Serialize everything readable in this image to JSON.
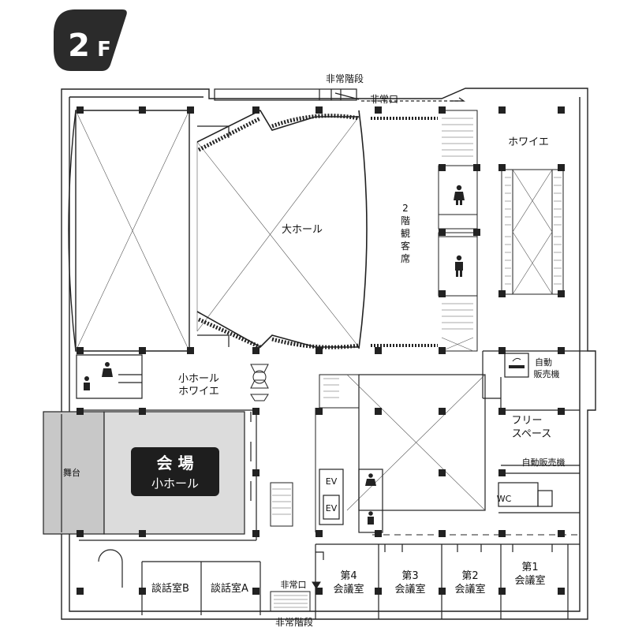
{
  "floor_badge": {
    "number": "2",
    "letter": "F"
  },
  "labels": {
    "emergency_stairs_top": "非常階段",
    "emergency_exit_top": "非常口",
    "emergency_stairs_bottom": "非常階段",
    "emergency_exit_bottom": "非常口",
    "foyer": "ホワイエ",
    "grand_hall": "大ホール",
    "balcony_seats": [
      "2",
      "階",
      "観",
      "客",
      "席"
    ],
    "small_hall_foyer_1": "小ホール",
    "small_hall_foyer_2": "ホワイエ",
    "vending_1": "自動",
    "vending_2": "販売機",
    "free_space_1": "フリー",
    "free_space_2": "スペース",
    "vending_machine": "自動販売機",
    "wc": "WC",
    "ev_1": "EV",
    "ev_2": "EV",
    "stage": "舞台",
    "venue": "会 場",
    "small_hall": "小ホール",
    "lounge_b": "談話室B",
    "lounge_a": "談話室A",
    "conf4_1": "第4",
    "conf4_2": "会議室",
    "conf3_1": "第3",
    "conf3_2": "会議室",
    "conf2_1": "第2",
    "conf2_2": "会議室",
    "conf1_1": "第1",
    "conf1_2": "会議室"
  },
  "colors": {
    "wall": "#222222",
    "stage_gray": "#c8c8c8",
    "hall_gray": "#dcdcdc",
    "badge_bg": "#2b2b2b",
    "venue_bg": "#1e1e1e"
  }
}
